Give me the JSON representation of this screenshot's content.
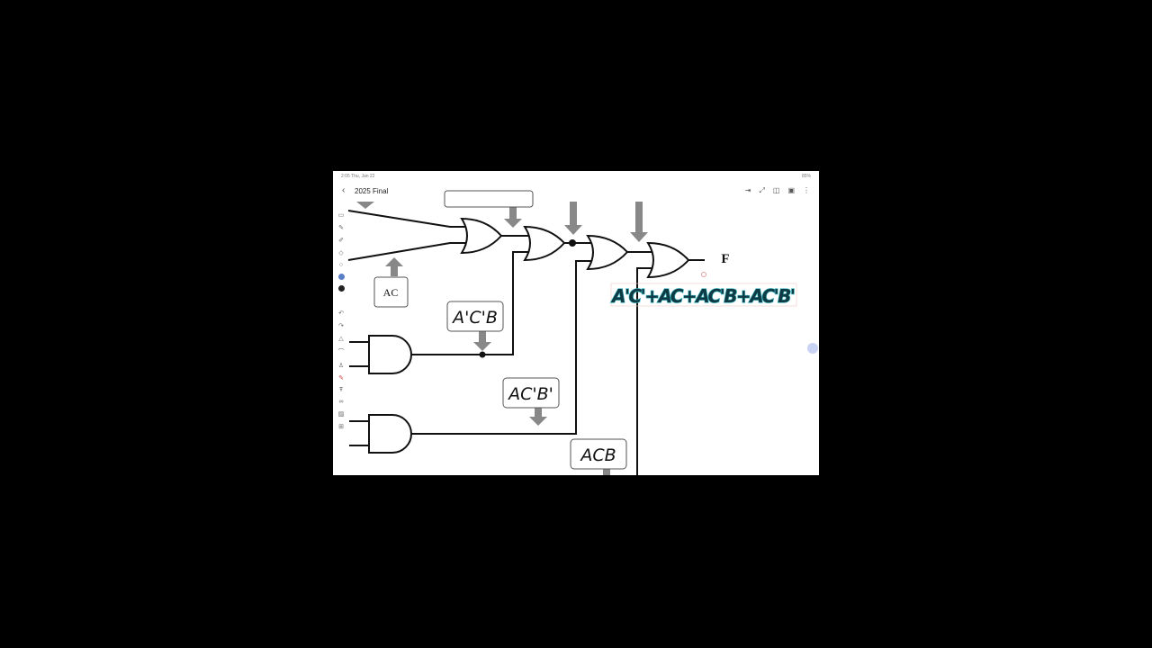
{
  "status_bar": {
    "time": "2:05",
    "date": "Thu, Jan 22",
    "battery": "85%"
  },
  "header": {
    "title": "2025 Final",
    "back_icon": "chevron-left-icon",
    "actions": [
      "enter-icon",
      "expand-icon",
      "split-view-icon",
      "save-icon",
      "more-vert-icon"
    ]
  },
  "toolbar": {
    "tools": [
      "text-box-icon",
      "pen-icon",
      "highlighter-icon",
      "eraser-icon",
      "lasso-icon"
    ],
    "colors": [
      "#5b7fc4",
      "#222222"
    ]
  },
  "diagram": {
    "labels": {
      "ac": "AC",
      "ac_prime_b": "A'C'B",
      "ac_prime_b_prime": "AC'B'",
      "acb": "ACB",
      "output": "F"
    },
    "expression": "A'C'+AC+AC'B+AC'B'",
    "colors": {
      "arrow": "#888888",
      "expression_glow": "#3fb8c4",
      "wire": "#111111"
    }
  }
}
